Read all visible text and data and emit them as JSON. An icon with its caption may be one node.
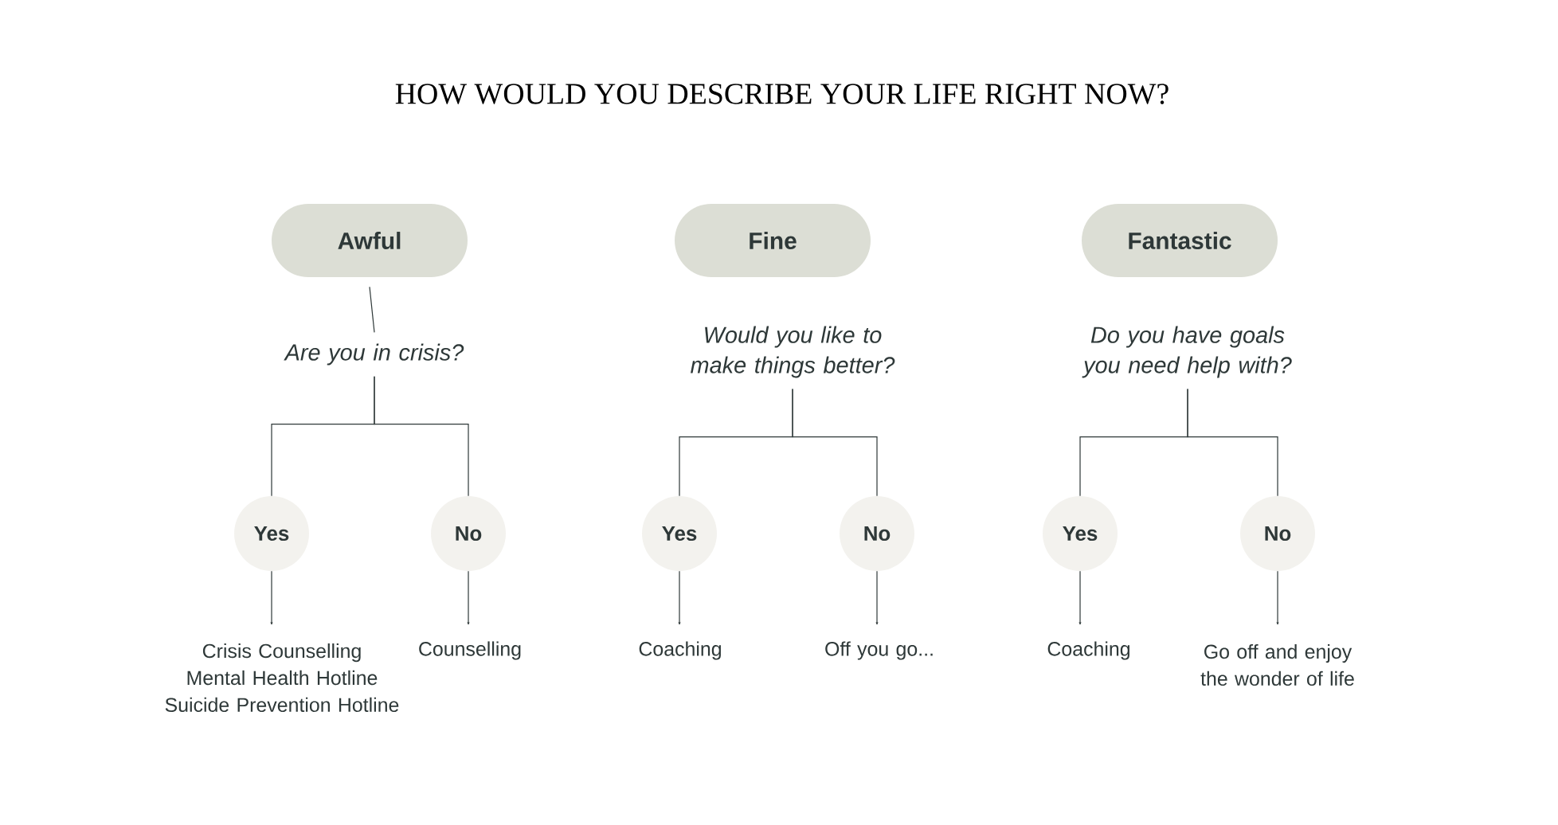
{
  "diagram": {
    "title": "HOW WOULD YOU DESCRIBE YOUR LIFE RIGHT NOW?",
    "nodes": [
      {
        "text": [
          "Awful"
        ]
      },
      {
        "text": [
          "Fine"
        ]
      },
      {
        "text": [
          "Fantastic"
        ]
      },
      {
        "text": [
          "Are you in crisis?"
        ]
      },
      {
        "text": [
          "Would you like to make things better?"
        ]
      },
      {
        "text": [
          "Do you have goals you need help with?"
        ]
      },
      {
        "text": [
          "Yes"
        ]
      },
      {
        "text": [
          "No"
        ]
      },
      {
        "text": [
          "Yes"
        ]
      },
      {
        "text": [
          "No"
        ]
      },
      {
        "text": [
          "Yes"
        ]
      },
      {
        "text": [
          "No"
        ]
      },
      {
        "text": [
          "Crisis Counselling",
          "Mental Health Hotline",
          "Suicide Prevention Hotline"
        ]
      },
      {
        "text": [
          "Counselling"
        ]
      },
      {
        "text": [
          "Coaching"
        ]
      },
      {
        "text": [
          "Off you go..."
        ]
      },
      {
        "text": [
          "Coaching"
        ]
      },
      {
        "text": [
          "Go off and enjoy the wonder of life"
        ]
      }
    ],
    "edges": [
      {
        "from": 0,
        "to": 3,
        "arrow": "none"
      },
      {
        "from": 3,
        "to": 6,
        "arrow": "none"
      },
      {
        "from": 3,
        "to": 7,
        "arrow": "none"
      },
      {
        "from": 4,
        "to": 8,
        "arrow": "none"
      },
      {
        "from": 4,
        "to": 9,
        "arrow": "none"
      },
      {
        "from": 5,
        "to": 10,
        "arrow": "none"
      },
      {
        "from": 5,
        "to": 11,
        "arrow": "none"
      },
      {
        "from": 6,
        "to": 12,
        "arrow": "to"
      },
      {
        "from": 7,
        "to": 13,
        "arrow": "to"
      },
      {
        "from": 8,
        "to": 14,
        "arrow": "to"
      },
      {
        "from": 9,
        "to": 15,
        "arrow": "to"
      },
      {
        "from": 10,
        "to": 16,
        "arrow": "to"
      },
      {
        "from": 11,
        "to": 17,
        "arrow": "to"
      }
    ]
  }
}
